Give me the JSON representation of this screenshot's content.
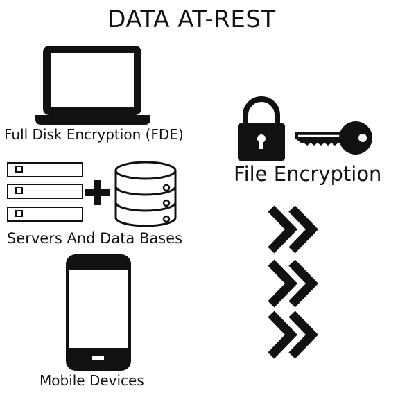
{
  "title": "DATA  AT-REST",
  "labels": {
    "fde": "Full Disk Encryption (FDE)",
    "servers": "Servers And Data Bases",
    "mobile": "Mobile Devices",
    "file": "File Encryption"
  },
  "icons": {
    "laptop": "laptop-icon",
    "server_rack": "server-rack-icon",
    "plus": "plus-icon",
    "database": "database-icon",
    "phone": "smartphone-icon",
    "padlock": "padlock-icon",
    "key": "key-icon",
    "chevrons": "double-chevron-right-icon"
  },
  "colors": {
    "foreground": "#111111",
    "background": "#ffffff"
  }
}
